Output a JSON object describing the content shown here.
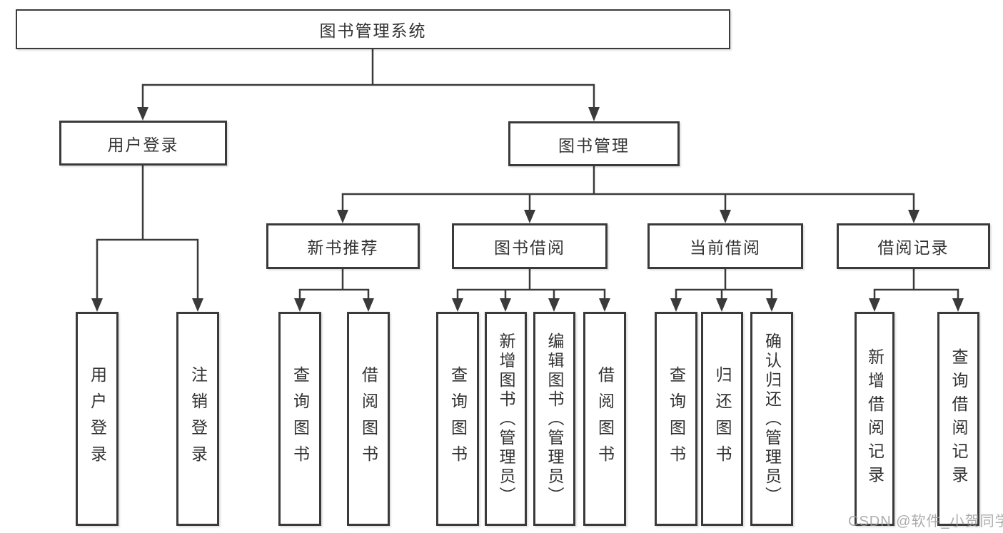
{
  "diagram": {
    "root": "图书管理系统",
    "level1": {
      "user_login": "用户登录",
      "book_management": "图书管理"
    },
    "level2": {
      "new_books": "新书推荐",
      "book_borrow": "图书借阅",
      "current_borrow": "当前借阅",
      "borrow_records": "借阅记录"
    },
    "leaves": {
      "ul_login": "用户登录",
      "ul_logout": "注销登录",
      "nb_query": "查询图书",
      "nb_borrow": "借阅图书",
      "bb_query": "查询图书",
      "bb_add": "新增图书（管理员）",
      "bb_edit": "编辑图书（管理员）",
      "bb_borrow": "借阅图书",
      "cb_query": "查询图书",
      "cb_return": "归还图书",
      "cb_confirm": "确认归还（管理员）",
      "br_add": "新增借阅记录",
      "br_query": "查询借阅记录"
    },
    "watermark": "CSDN @软件_小贺同学",
    "colors": {
      "line": "#3a3a3a",
      "box_background": "#ffffff",
      "text": "#333333",
      "watermark": "#9e9e9e"
    }
  }
}
